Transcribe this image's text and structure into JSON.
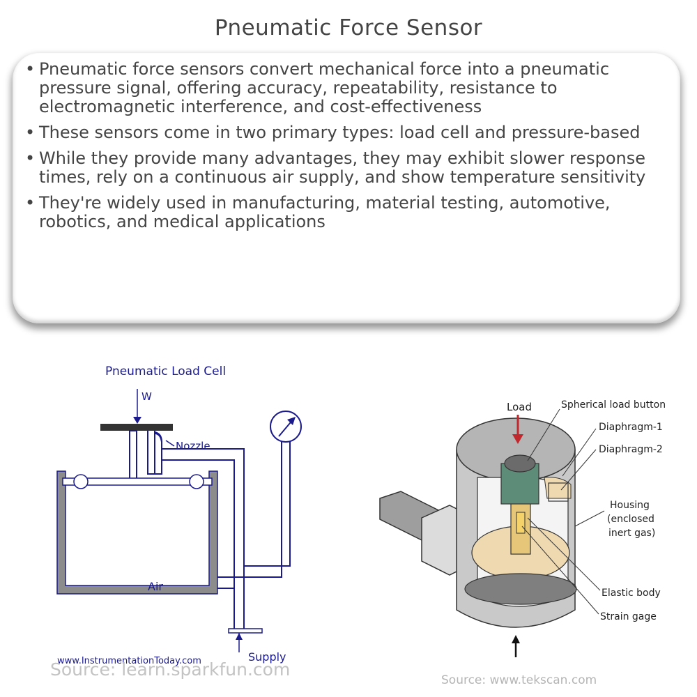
{
  "title": "Pneumatic Force Sensor",
  "bullets": [
    "Pneumatic force sensors convert mechanical force into a pneumatic pressure signal, offering accuracy, repeatability, resistance to electromagnetic interference, and cost-effectiveness",
    "These sensors come in two primary types: load cell and pressure-based",
    "While they provide many advantages, they may exhibit slower response times, rely on a continuous air supply, and show temperature sensitivity",
    "They're widely used in manufacturing, material testing, automotive, robotics, and medical applications"
  ],
  "left_diagram": {
    "title": "Pneumatic Load Cell",
    "label_w": "W",
    "label_nozzle": "Nozzle",
    "label_air": "Air",
    "label_supply": "Supply",
    "credit": "www.InstrumentationToday.com",
    "source": "Source: learn.sparkfun.com"
  },
  "right_diagram": {
    "label_load": "Load",
    "label_button": "Spherical load button",
    "label_d1": "Diaphragm-1",
    "label_d2": "Diaphragm-2",
    "label_housing_1": "Housing",
    "label_housing_2": "(enclosed",
    "label_housing_3": "inert gas)",
    "label_elastic": "Elastic body",
    "label_strain": "Strain gage",
    "source": "Source: www.tekscan.com"
  },
  "colors": {
    "text": "#444444",
    "pipe": "#1a1a8c",
    "load_arrow": "#c0282d",
    "gas_fill": "#efd9b0"
  }
}
